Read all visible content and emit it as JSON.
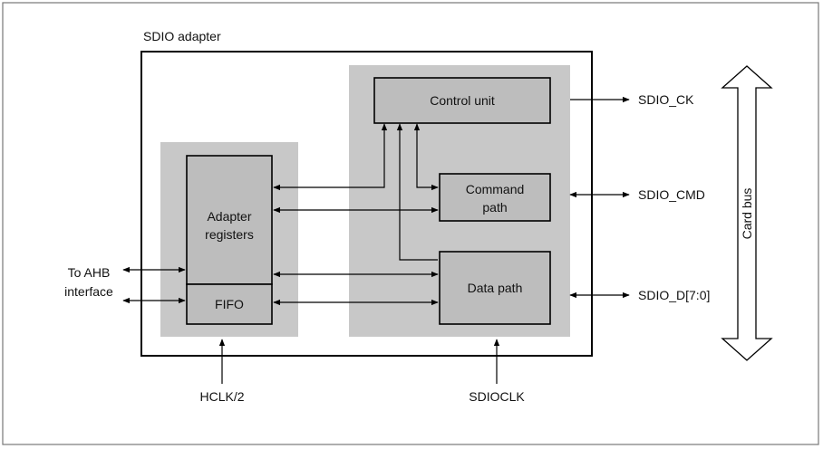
{
  "diagram": {
    "title": "SDIO adapter",
    "blocks": {
      "control_unit": "Control unit",
      "command_path_line1": "Command",
      "command_path_line2": "path",
      "adapter_registers_line1": "Adapter",
      "adapter_registers_line2": "registers",
      "fifo": "FIFO",
      "data_path": "Data path"
    },
    "signals": {
      "sdio_ck": "SDIO_CK",
      "sdio_cmd": "SDIO_CMD",
      "sdio_d": "SDIO_D[7:0]",
      "card_bus": "Card bus",
      "ahb_line1": "To AHB",
      "ahb_line2": "interface",
      "hclk": "HCLK/2",
      "sdioclk": "SDIOCLK"
    }
  }
}
